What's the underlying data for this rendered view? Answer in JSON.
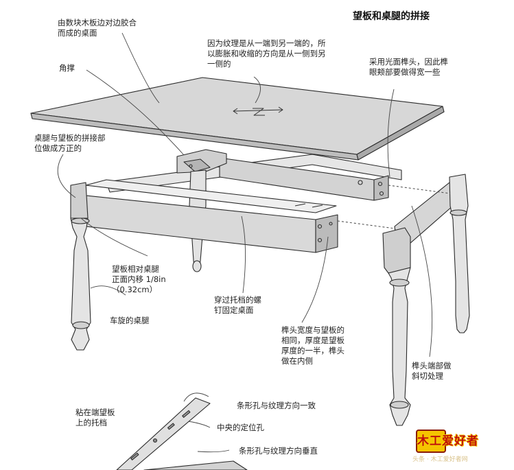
{
  "title": "望板和桌腿的拼接",
  "labels": {
    "tabletop": "由数块木板边对边胶合\n而成的桌面",
    "corner_brace": "角撑",
    "grain": "因为纹理是从一端到另一端的，所\n以膨胀和收缩的方向是从一侧到另\n一侧的",
    "tenon": "采用光面榫头，因此榫\n眼颊部要做得宽一些",
    "joint_square": "桌腿与望板的拼接部\n位做成方正的",
    "apron_offset": "望板相对桌腿\n正面内移 1/8in\n（0.32cm）",
    "turned_leg": "车旋的桌腿",
    "screw": "穿过托档的螺\n钉固定桌面",
    "tenon_width": "榫头宽度与望板的\n相同，厚度是望板\n厚度的一半，榫头\n做在内侧",
    "miter": "榫头端部做\n斜切处理",
    "cleat": "粘在端望板\n上的托档",
    "slot_parallel": "条形孔与纹理方向一致",
    "center_hole": "中央的定位孔",
    "slot_perp": "条形孔与纹理方向垂直"
  },
  "watermark": {
    "logo_text": "木工爱好者",
    "sub_text": "头条 · 木工爱好者网"
  }
}
